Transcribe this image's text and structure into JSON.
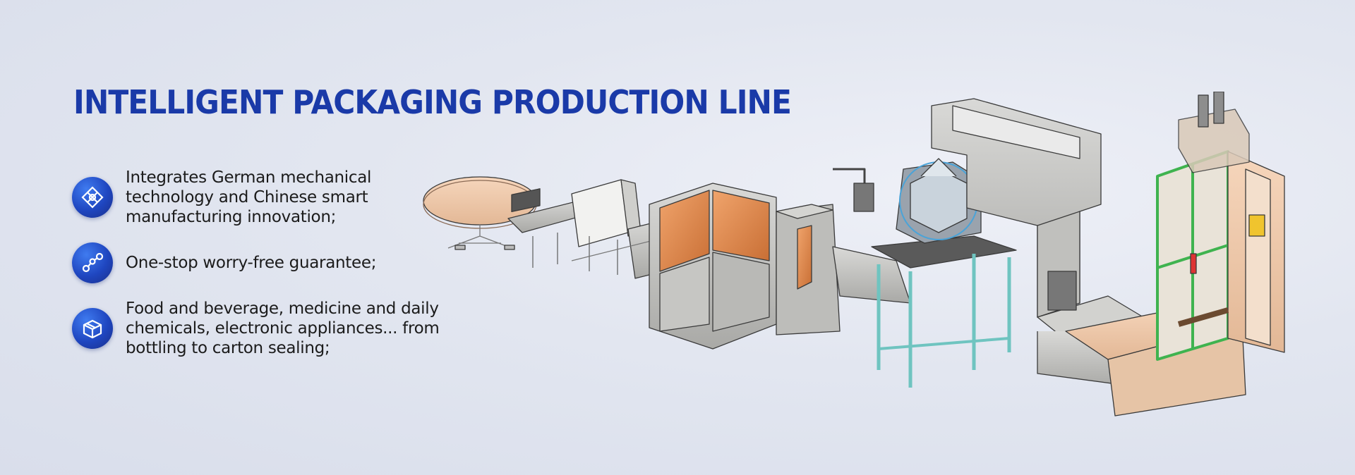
{
  "banner": {
    "title": "INTELLIGENT PACKAGING PRODUCTION LINE",
    "features": [
      {
        "icon": "integration-icon",
        "lines": [
          "Integrates German mechanical",
          "technology and Chinese smart",
          "manufacturing innovation;"
        ]
      },
      {
        "icon": "route-nodes-icon",
        "lines": [
          "One-stop worry-free guarantee;"
        ]
      },
      {
        "icon": "box-icon",
        "lines": [
          "Food and beverage, medicine and daily",
          "chemicals, electronic appliances... from",
          "bottling to carton sealing;"
        ]
      }
    ],
    "colors": {
      "title": "#1a3aa8",
      "icon_bg": "#1f46c0",
      "text": "#1b1b1b"
    }
  }
}
